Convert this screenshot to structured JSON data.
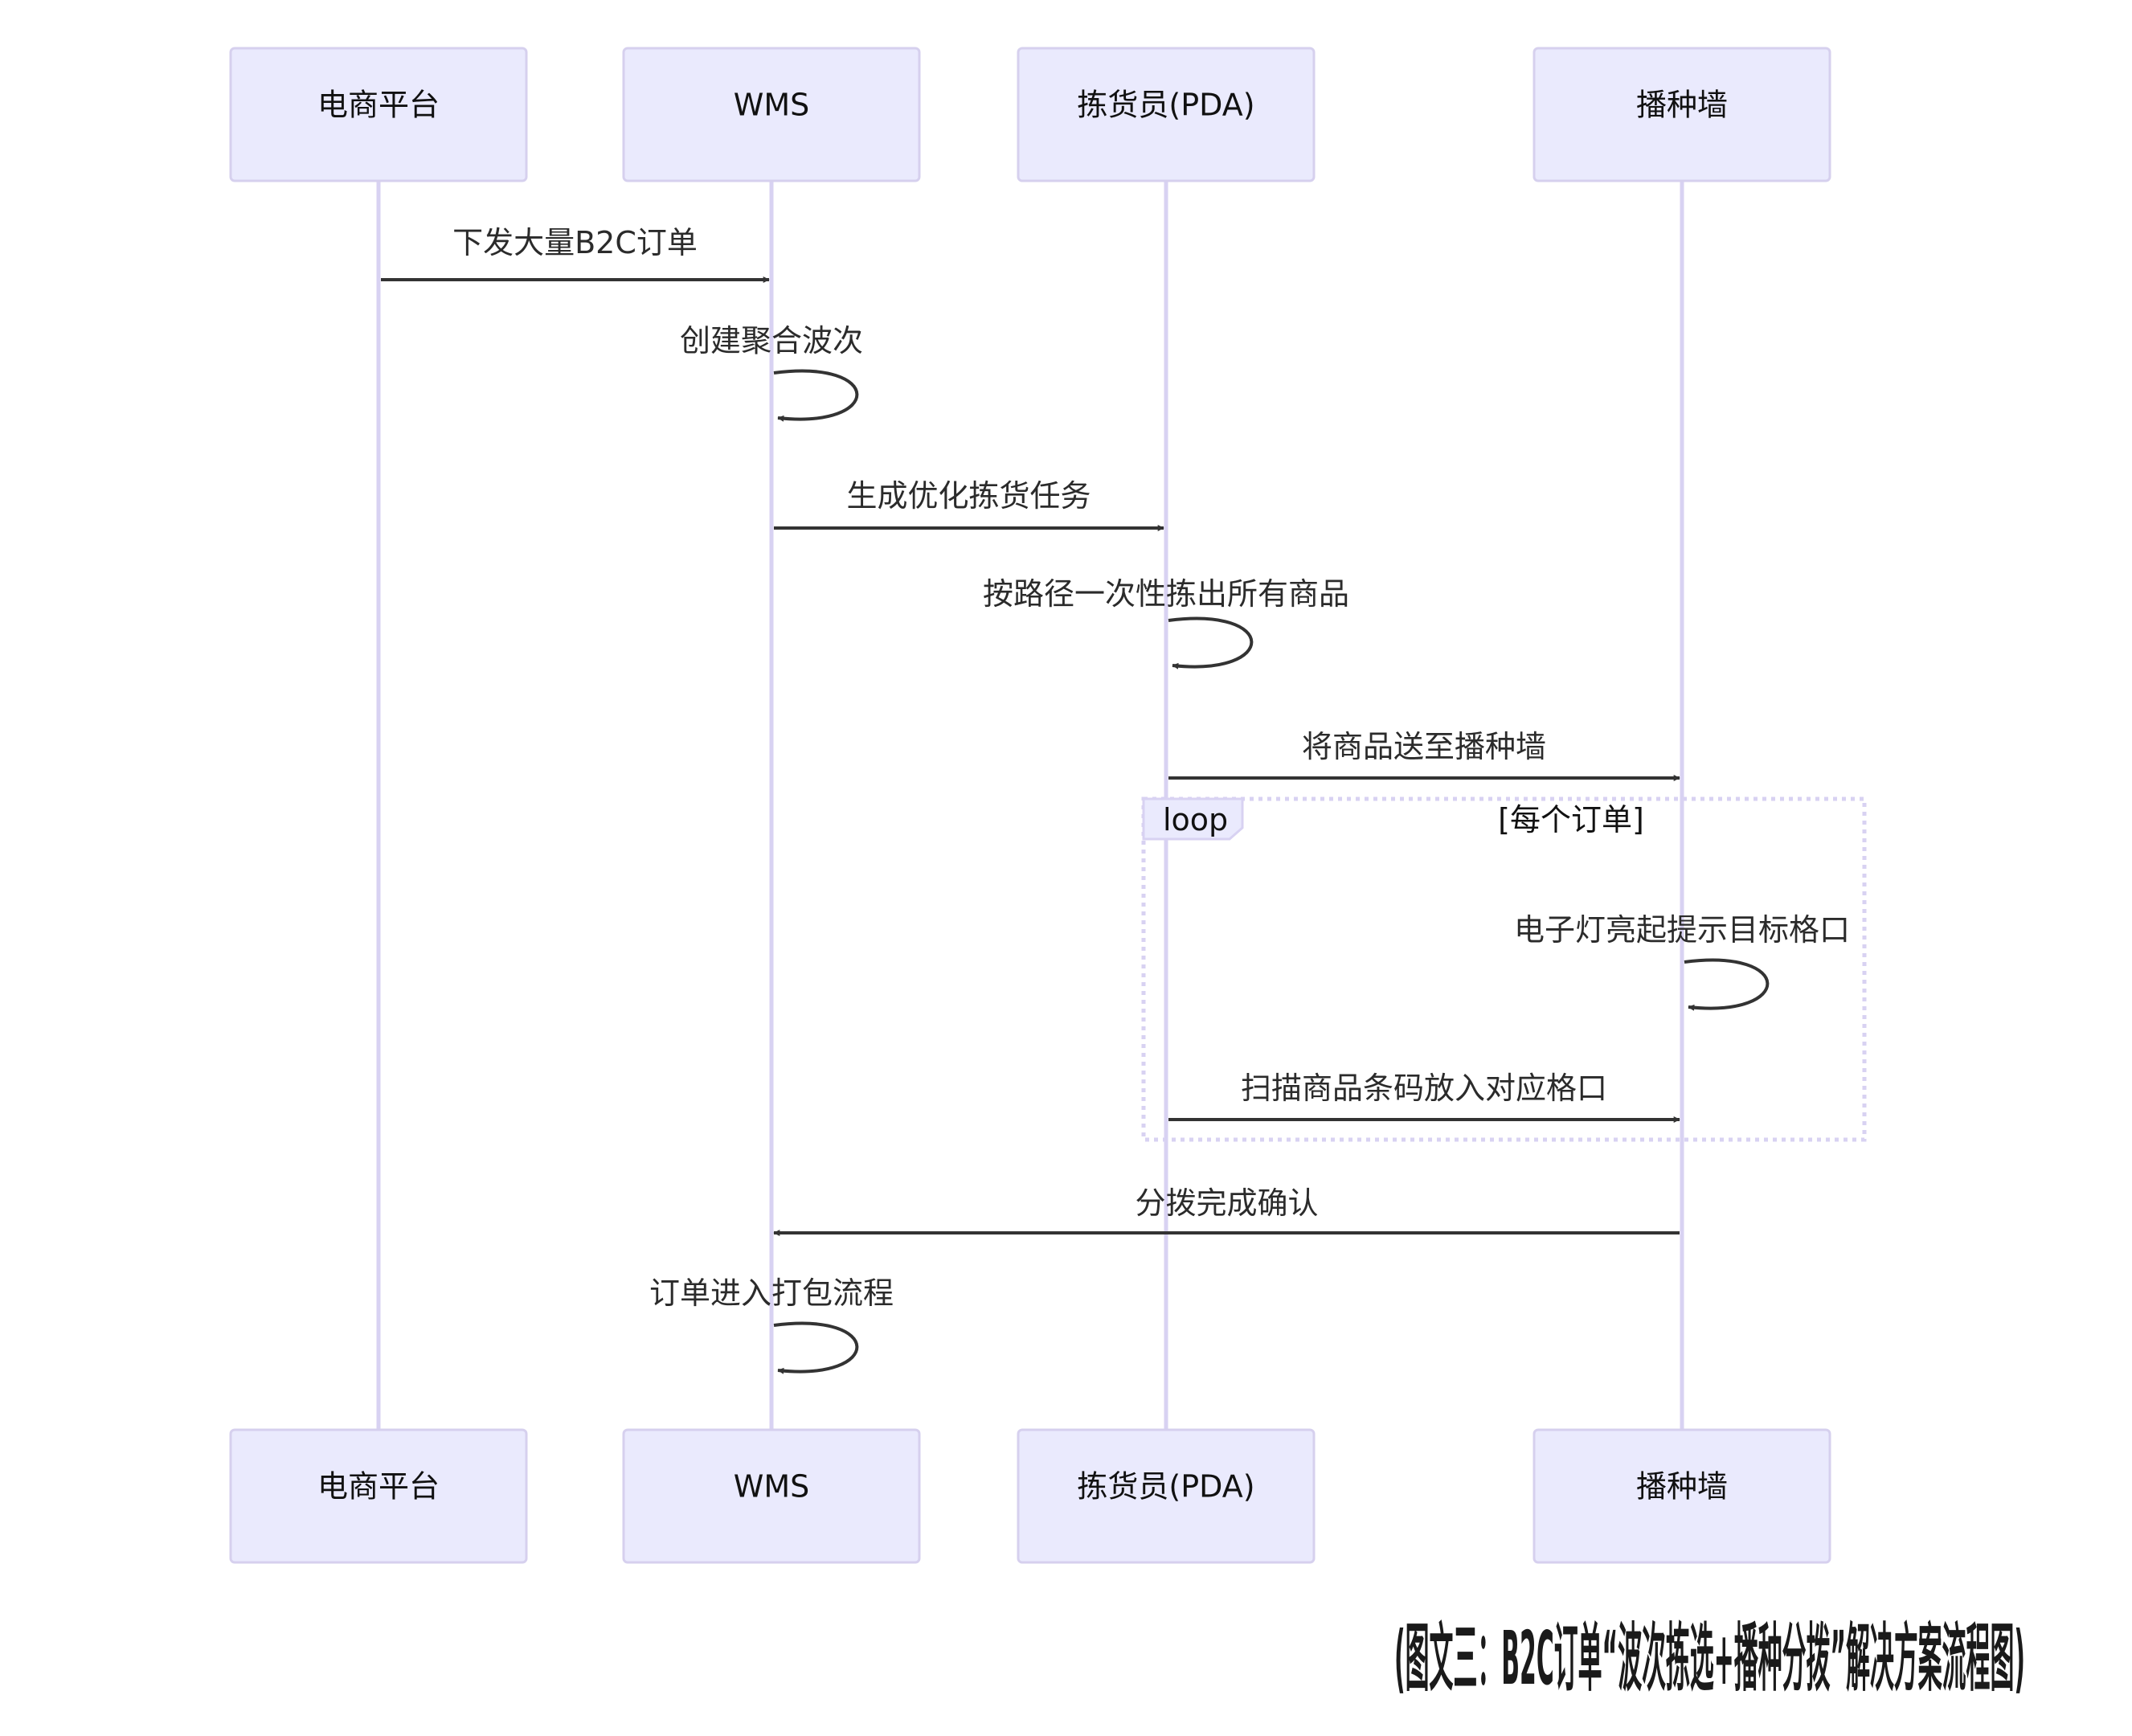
{
  "diagram": {
    "type": "sequence",
    "participants": [
      {
        "id": "platform",
        "label": "电商平台"
      },
      {
        "id": "wms",
        "label": "WMS"
      },
      {
        "id": "picker",
        "label": "拣货员(PDA)"
      },
      {
        "id": "wall",
        "label": "播种墙"
      }
    ],
    "messages": [
      {
        "from": "platform",
        "to": "wms",
        "label": "下发大量B2C订单"
      },
      {
        "from": "wms",
        "to": "wms",
        "label": "创建聚合波次"
      },
      {
        "from": "wms",
        "to": "picker",
        "label": "生成优化拣货任务"
      },
      {
        "from": "picker",
        "to": "picker",
        "label": "按路径一次性拣出所有商品"
      },
      {
        "from": "picker",
        "to": "wall",
        "label": "将商品送至播种墙"
      },
      {
        "from": "wall",
        "to": "wall",
        "label": "电子灯亮起提示目标格口"
      },
      {
        "from": "picker",
        "to": "wall",
        "label": "扫描商品条码放入对应格口"
      },
      {
        "from": "wall",
        "to": "wms",
        "label": "分拨完成确认"
      },
      {
        "from": "wms",
        "to": "wms",
        "label": "订单进入打包流程"
      }
    ],
    "loop": {
      "keyword": "loop",
      "condition": "[每个订单]",
      "first_message": 5,
      "last_message": 6
    }
  },
  "caption": "(图文三：B2C订单“波次拣选+播种分拨”解决方案流程图)",
  "colors": {
    "actor_fill": "#eaeafd",
    "actor_border": "#d6d0ee",
    "lifeline": "#d8d2f2",
    "arrow": "#333333",
    "text": "#2b2b2b"
  }
}
